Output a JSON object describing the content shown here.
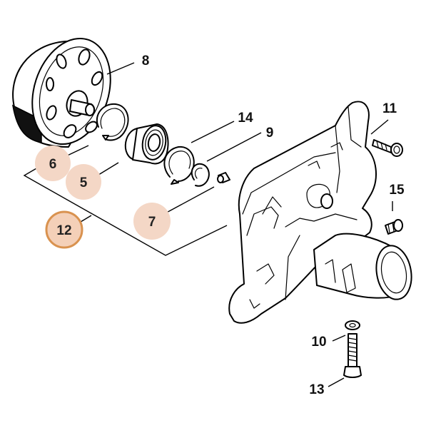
{
  "colors": {
    "highlight_fill": "#f4d7c6",
    "selected_ring": "#d9924f",
    "selected_fill": "#f4d0b8"
  },
  "labels": {
    "p8": "8",
    "p14": "14",
    "p9": "9",
    "p11": "11",
    "p15": "15",
    "p6": "6",
    "p5": "5",
    "p7": "7",
    "p12": "12",
    "p10": "10",
    "p13": "13"
  }
}
